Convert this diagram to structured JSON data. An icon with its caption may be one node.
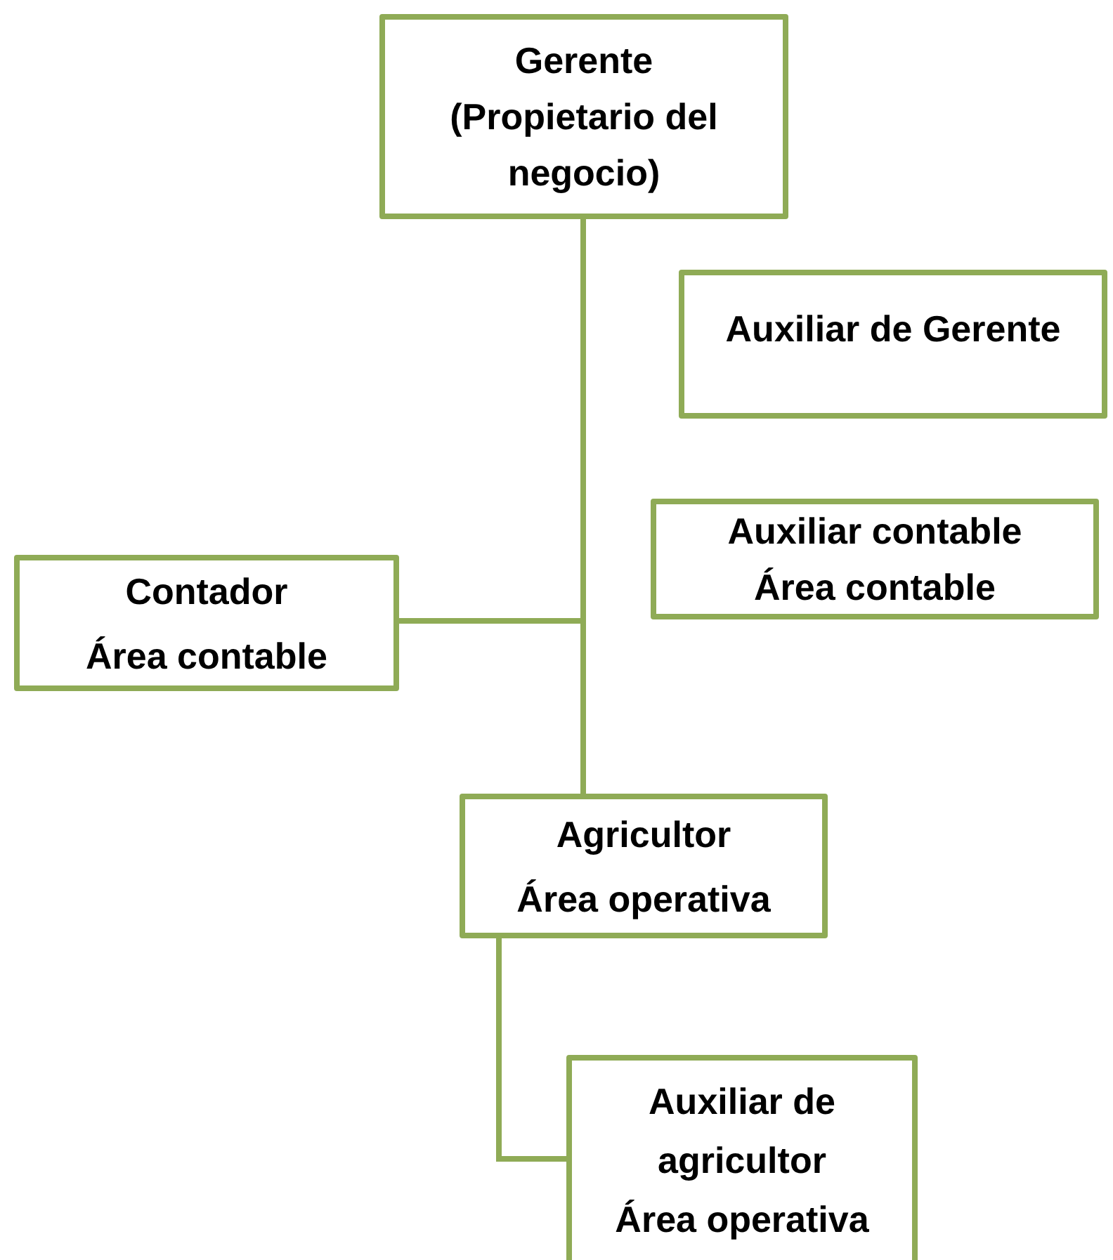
{
  "diagram": {
    "nodes": [
      {
        "text": [
          "Gerente",
          "(Propietario del negocio)"
        ]
      },
      {
        "text": [
          "Auxiliar de Gerente"
        ]
      },
      {
        "text": [
          "Auxiliar contable",
          "Área contable"
        ]
      },
      {
        "text": [
          "Contador",
          "Área contable"
        ]
      },
      {
        "text": [
          "Agricultor",
          "Área operativa"
        ]
      },
      {
        "text": [
          "Auxiliar de agricultor",
          "Área operativa"
        ]
      }
    ],
    "edges": [
      {
        "from": 0,
        "to": 3,
        "arrow": "none"
      },
      {
        "from": 0,
        "to": 4,
        "arrow": "none"
      },
      {
        "from": 4,
        "to": 5,
        "arrow": "none"
      }
    ]
  }
}
